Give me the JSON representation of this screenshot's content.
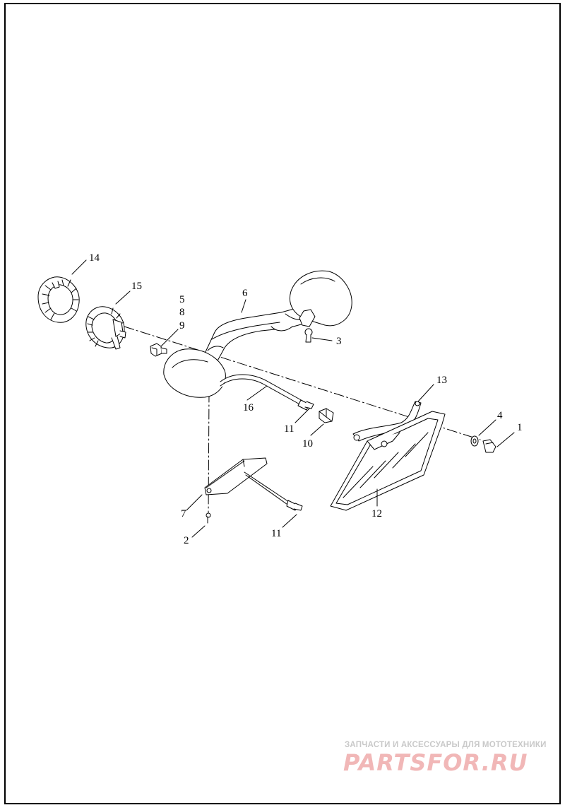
{
  "callouts": {
    "c1": "1",
    "c2": "2",
    "c3": "3",
    "c4": "4",
    "c5": "5",
    "c6": "6",
    "c7": "7",
    "c8": "8",
    "c9": "9",
    "c10": "10",
    "c11a": "11",
    "c11b": "11",
    "c12": "12",
    "c13": "13",
    "c14": "14",
    "c15": "15",
    "c16": "16"
  },
  "watermark": {
    "tagline": "ЗАПЧАСТИ И АКСЕССУАРЫ ДЛЯ МОТОТЕХНИКИ",
    "logo": "PARTSFOR.RU"
  },
  "colors": {
    "line": "#000000",
    "background": "#ffffff",
    "watermark_text": "#c9c9c9",
    "watermark_logo": "#f1b7b7"
  }
}
